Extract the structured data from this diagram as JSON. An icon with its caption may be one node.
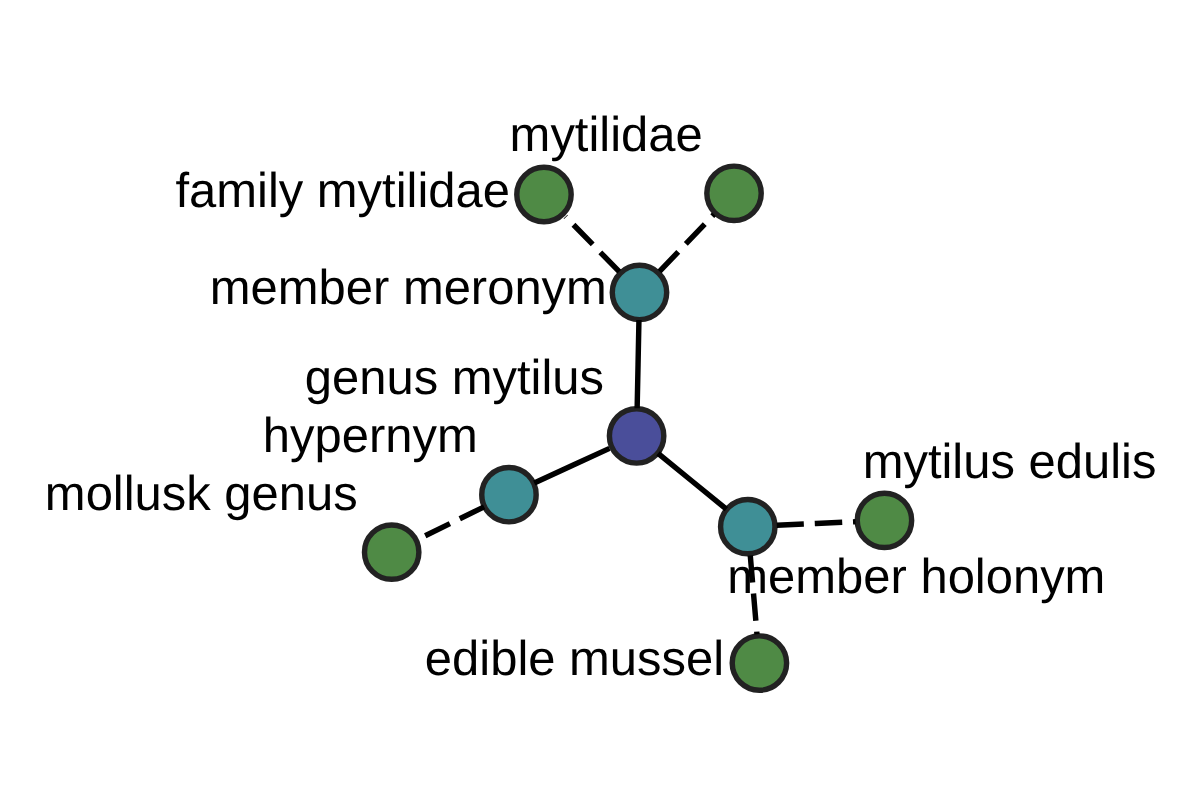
{
  "diagram": {
    "nodes": [
      {
        "text": [
          "genus mytilus"
        ]
      },
      {
        "text": [
          "member meronym"
        ]
      },
      {
        "text": [
          "hypernym"
        ]
      },
      {
        "text": [
          "member holonym"
        ]
      },
      {
        "text": [
          "mytilidae"
        ]
      },
      {
        "text": [
          "family mytilidae"
        ]
      },
      {
        "text": [
          "mollusk genus"
        ]
      },
      {
        "text": [
          "mytilus edulis"
        ]
      },
      {
        "text": [
          "edible mussel"
        ]
      }
    ],
    "edges": [
      {
        "from": 1,
        "to": 4,
        "arrow": "none",
        "style": "dashed"
      },
      {
        "from": 1,
        "to": 5,
        "arrow": "none",
        "style": "dashed"
      },
      {
        "from": 2,
        "to": 6,
        "arrow": "none",
        "style": "dashed"
      },
      {
        "from": 0,
        "to": 1,
        "arrow": "none"
      },
      {
        "from": 0,
        "to": 2,
        "arrow": "none"
      },
      {
        "from": 0,
        "to": 3,
        "arrow": "none"
      },
      {
        "from": 3,
        "to": 7,
        "arrow": "none",
        "style": "dashed"
      },
      {
        "from": 3,
        "to": 8,
        "arrow": "none",
        "style": "dashed"
      }
    ]
  }
}
